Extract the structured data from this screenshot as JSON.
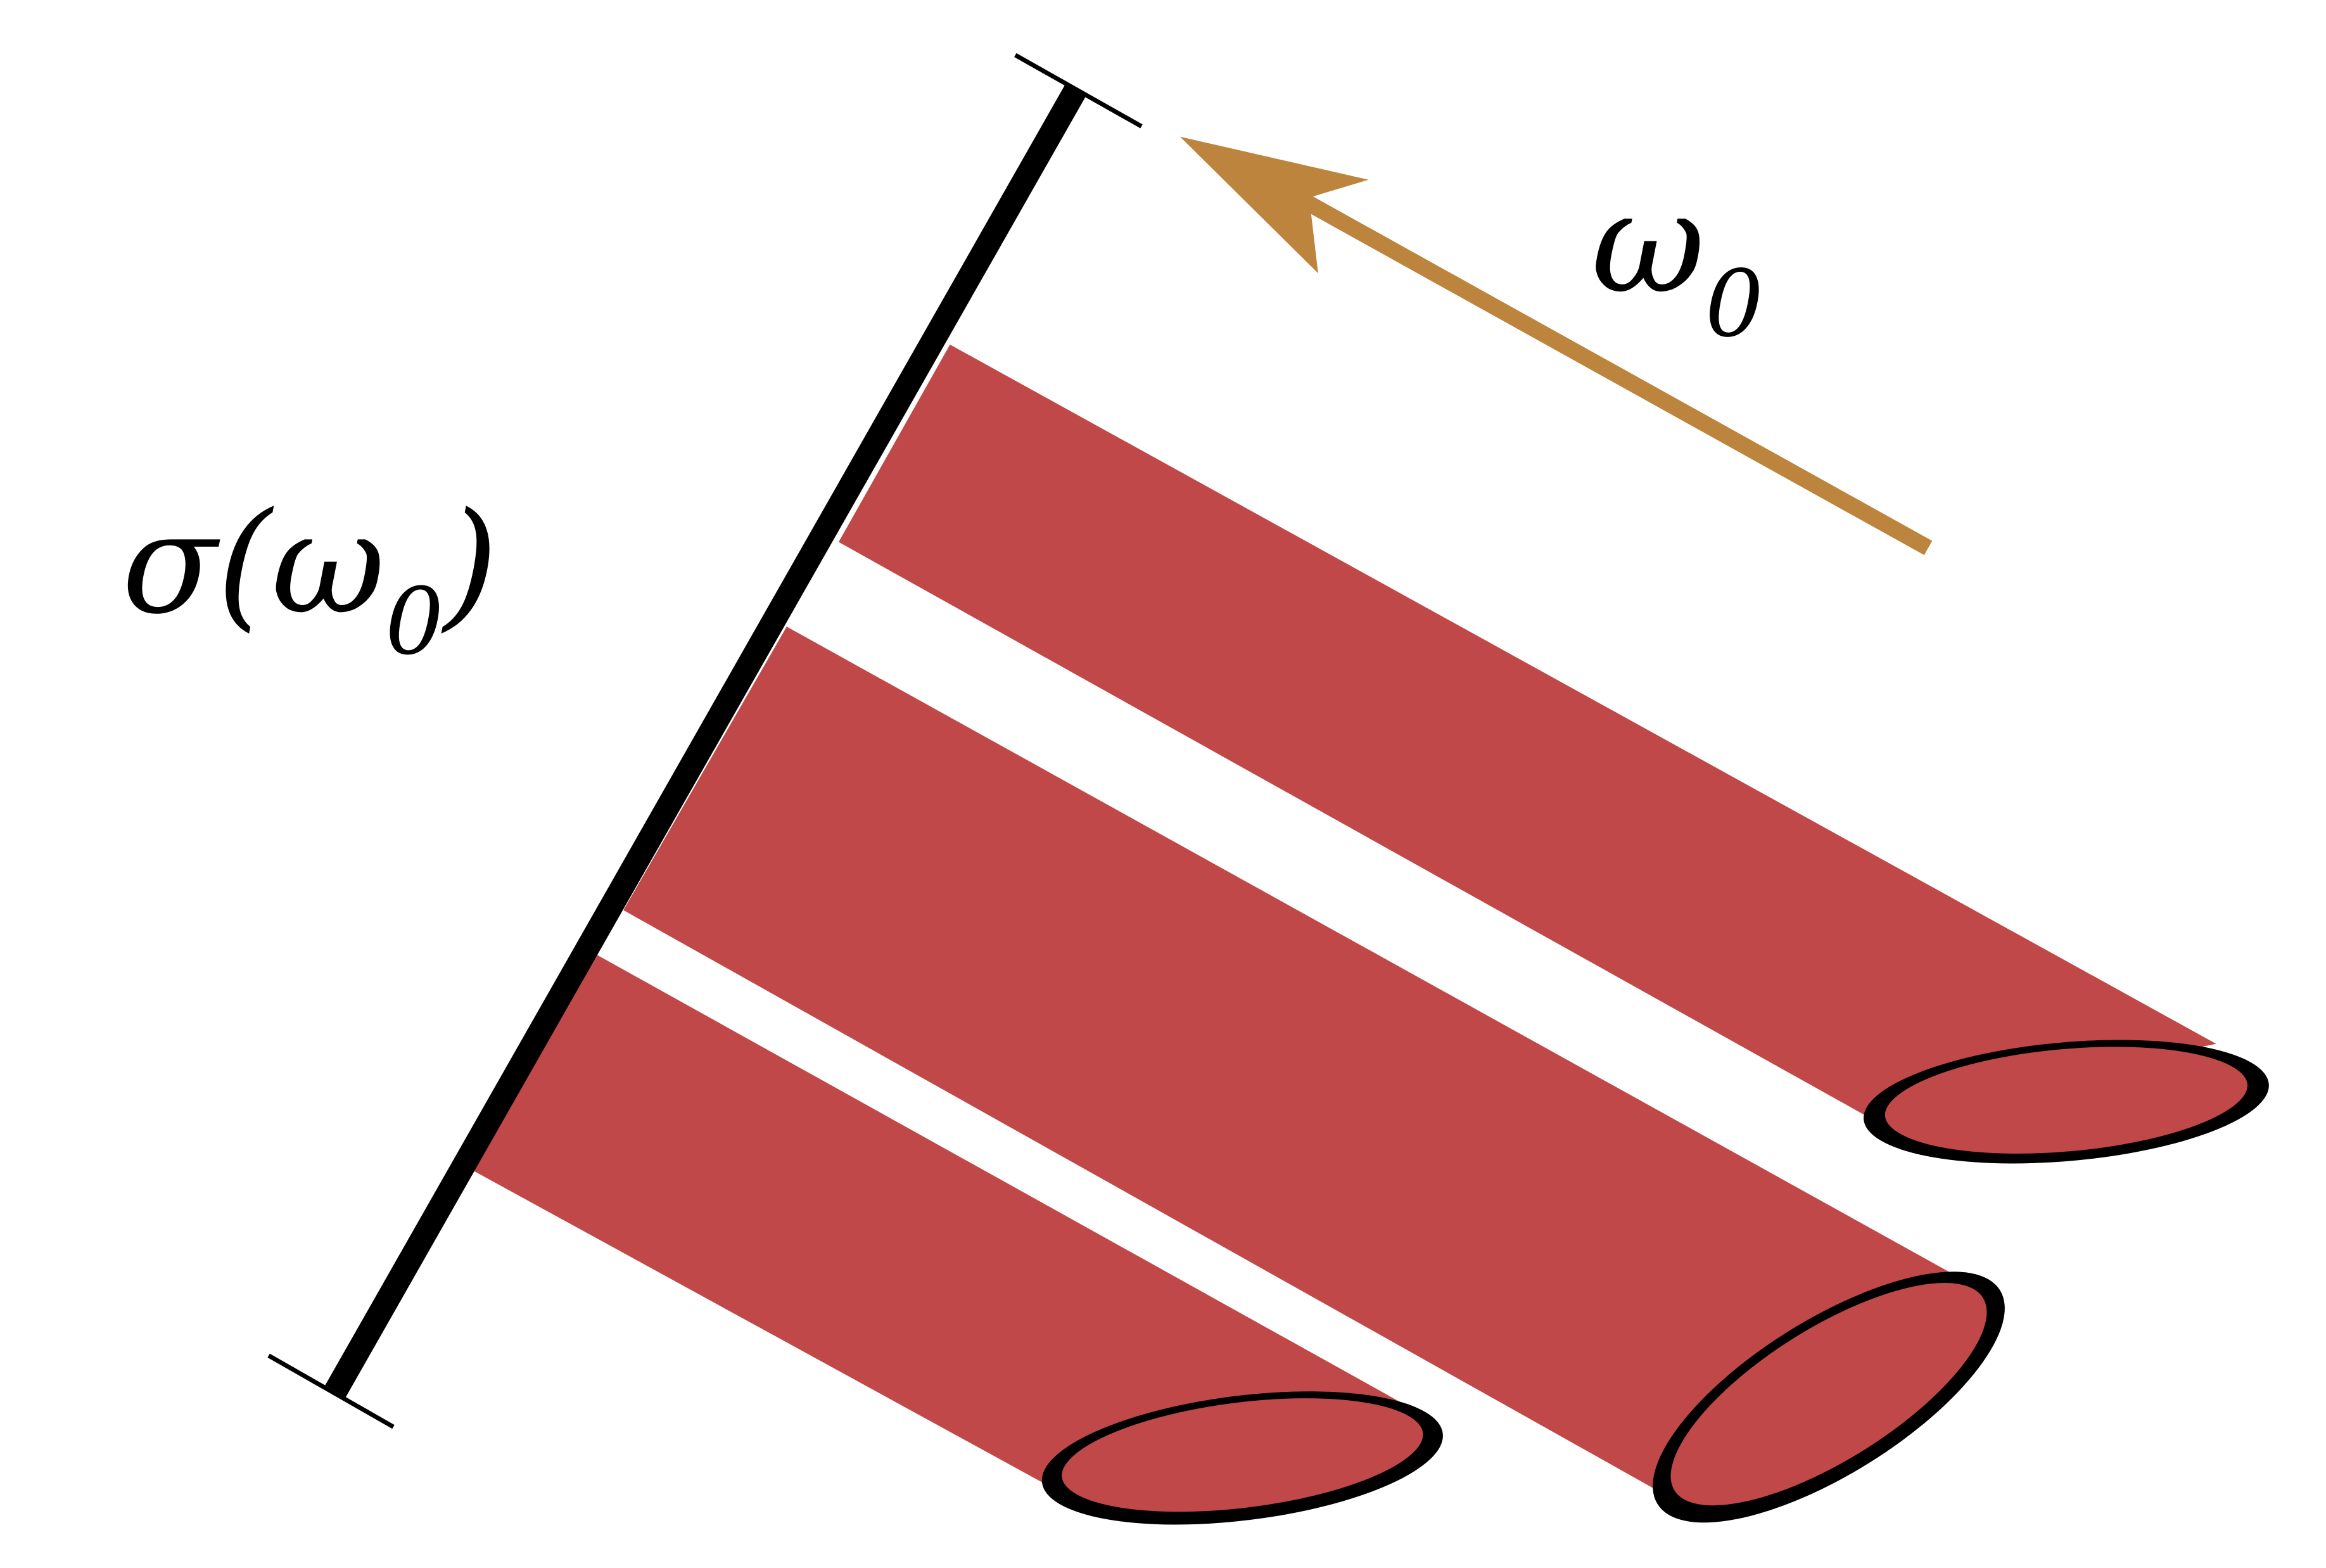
{
  "labels": {
    "cross_section": "σ(ω",
    "cross_section_sub": "0",
    "cross_section_close": ")",
    "frequency": "ω",
    "frequency_sub": "0"
  },
  "colors": {
    "cylinder_fill": "#C04848",
    "arrow": "#BC843C",
    "outline": "#000000",
    "background": "#FFFFFF"
  }
}
